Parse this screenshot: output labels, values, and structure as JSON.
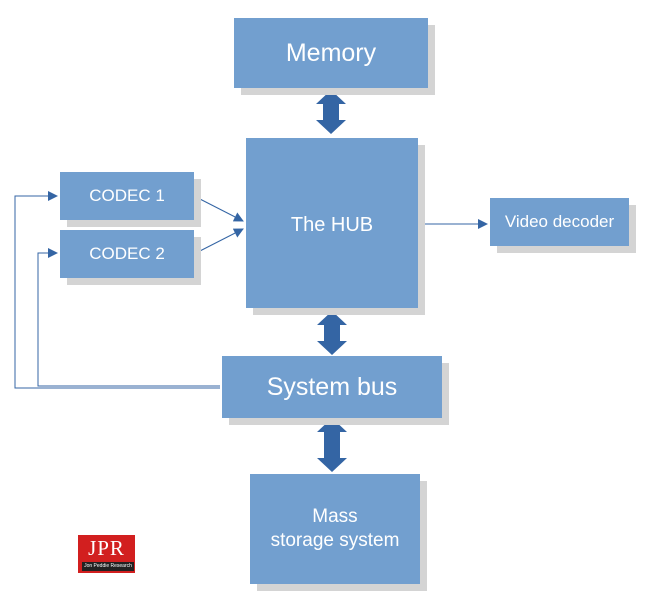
{
  "diagram": {
    "nodes": {
      "memory": "Memory",
      "hub": "The HUB",
      "codec1": "CODEC 1",
      "codec2": "CODEC 2",
      "video_decoder": "Video decoder",
      "system_bus": "System bus",
      "mass_storage": "Mass\nstorage system"
    },
    "edges": [
      {
        "from": "memory",
        "to": "hub",
        "style": "double-arrow"
      },
      {
        "from": "codec1",
        "to": "hub",
        "style": "arrow"
      },
      {
        "from": "codec2",
        "to": "hub",
        "style": "arrow"
      },
      {
        "from": "hub",
        "to": "video_decoder",
        "style": "arrow"
      },
      {
        "from": "hub",
        "to": "system_bus",
        "style": "double-arrow"
      },
      {
        "from": "system_bus",
        "to": "mass_storage",
        "style": "double-arrow"
      },
      {
        "from": "system_bus",
        "to": "codec1",
        "style": "arrow"
      },
      {
        "from": "system_bus",
        "to": "codec2",
        "style": "arrow"
      }
    ],
    "colors": {
      "box_fill": "#729fcf",
      "box_text": "#ffffff",
      "connector": "#3465a4",
      "shadow": "#d4d4d4"
    }
  },
  "logo": {
    "mark": "JPR",
    "subtitle": "Jon Peddie Research",
    "color": "#d21f1f"
  }
}
